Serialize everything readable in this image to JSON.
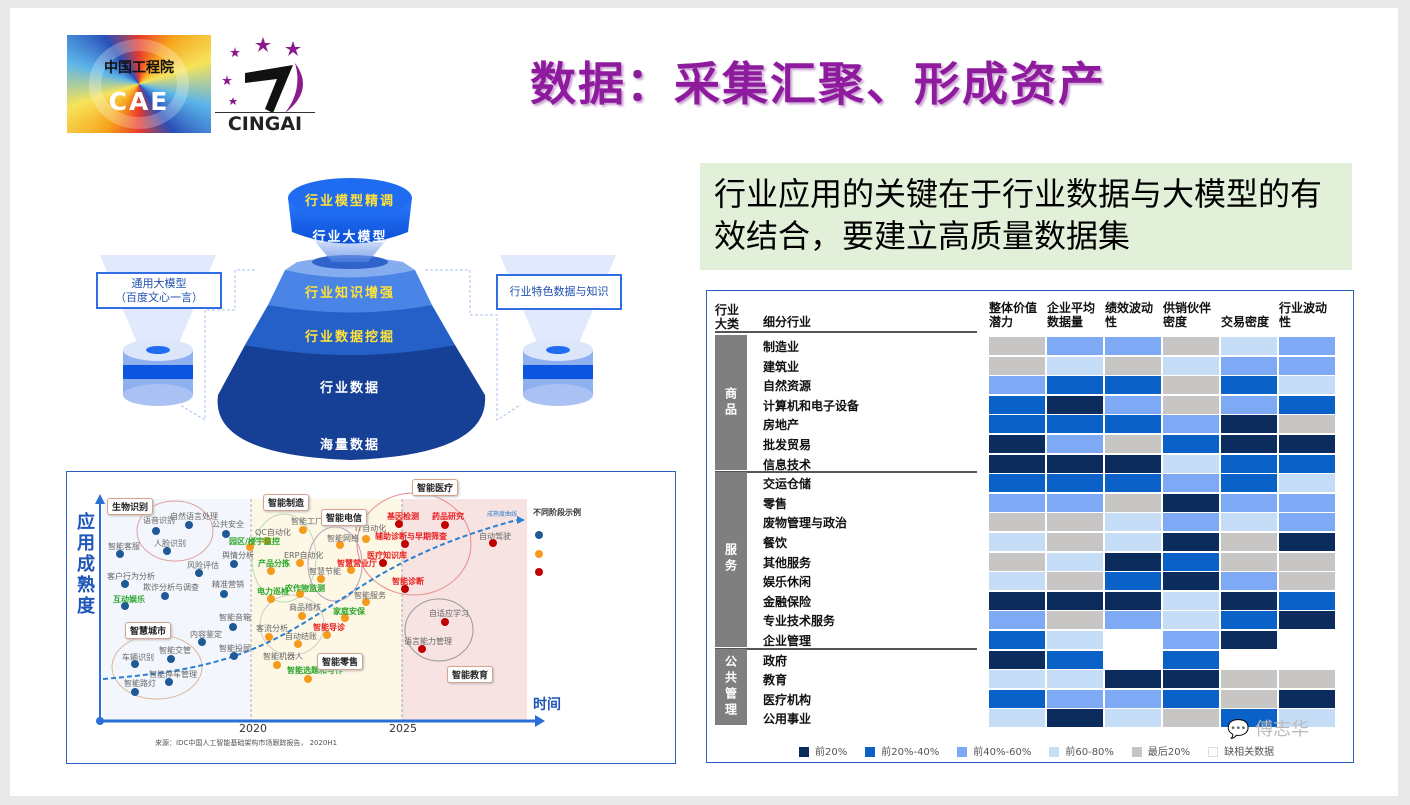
{
  "title": "数据：采集汇聚、形成资产",
  "logos": {
    "cae_cn": "中国工程院",
    "cae_en": "CAE",
    "cingai": "CINGAI"
  },
  "callout": "行业应用的关键在于行业数据与大模型的有效结合，要建立高质量数据集",
  "pyramid": {
    "top_a": "行业模型精调",
    "top_b": "行业大模型",
    "layers": [
      "行业知识增强",
      "行业数据挖掘",
      "行业数据",
      "海量数据"
    ],
    "left_box": [
      "通用大模型",
      "（百度文心一言）"
    ],
    "right_box": "行业特色数据与知识"
  },
  "bubble_chart": {
    "ylabel": "应用成熟度",
    "xlabel": "时间",
    "x_ticks": [
      "2020",
      "2025"
    ],
    "source": "来源：IDC中国人工智能基础架构市场跟踪报告， 2020H1",
    "legend_title": "不同阶段示例",
    "curve_label": "成熟度曲线",
    "groups": [
      "生物识别",
      "智慧城市",
      "智能制造",
      "智能电信",
      "智能零售",
      "智能医疗",
      "智能教育"
    ],
    "items": [
      "语音识别",
      "自然语言处理",
      "公共安全",
      "人脸识别",
      "智能客服",
      "舆情分析",
      "风险评估",
      "客户行为分析",
      "欺诈分析与调查",
      "精准营销",
      "互动娱乐",
      "智能音箱",
      "内容鉴定",
      "智能交管",
      "车辆识别",
      "智能投顾",
      "智能停车管理",
      "智能路灯",
      "智能工厂",
      "QC自动化",
      "园区/楼宇监控",
      "ERP自动化",
      "产品分拣",
      "电力巡检",
      "农作物监测",
      "商品稽核",
      "客流分析",
      "自动结账",
      "智能机器人",
      "智能选题和写作",
      "智能网络",
      "IT自动化",
      "智慧营业厅",
      "智慧节能",
      "智能服务",
      "家庭安保",
      "智能导诊",
      "基因检测",
      "药品研究",
      "辅助诊断与早期筛查",
      "医疗知识库",
      "智能诊断",
      "自动驾驶",
      "自适应学习",
      "语言能力管理"
    ],
    "colors": {
      "stage1": "#1f5a96",
      "stage2": "#f59a1b",
      "stage3": "#c00000"
    }
  },
  "heatmap": {
    "header_cat": "行业大类",
    "header_sub": "细分行业",
    "columns": [
      "整体价值潜力",
      "企业平均数据量",
      "绩效波动性",
      "供销伙伴密度",
      "交易密度",
      "行业波动性"
    ],
    "groups": [
      {
        "name": "商品",
        "rows": 7
      },
      {
        "name": "服务",
        "rows": 9
      },
      {
        "name": "公共管理",
        "rows": 4
      }
    ],
    "rows": [
      "制造业",
      "建筑业",
      "自然资源",
      "计算机和电子设备",
      "房地产",
      "批发贸易",
      "信息技术",
      "交运仓储",
      "零售",
      "废物管理与政治",
      "餐饮",
      "其他服务",
      "娱乐休闲",
      "金融保险",
      "专业技术服务",
      "企业管理",
      "政府",
      "教育",
      "医疗机构",
      "公用事业"
    ],
    "values": [
      [
        5,
        3,
        3,
        5,
        4,
        3
      ],
      [
        5,
        4,
        5,
        4,
        3,
        3
      ],
      [
        3,
        2,
        2,
        5,
        2,
        4
      ],
      [
        2,
        1,
        3,
        5,
        3,
        2
      ],
      [
        2,
        2,
        2,
        3,
        1,
        5
      ],
      [
        1,
        3,
        5,
        2,
        1,
        1
      ],
      [
        1,
        1,
        1,
        4,
        2,
        2
      ],
      [
        2,
        2,
        2,
        3,
        2,
        4
      ],
      [
        3,
        3,
        5,
        1,
        3,
        3
      ],
      [
        5,
        5,
        4,
        3,
        4,
        3
      ],
      [
        4,
        5,
        4,
        1,
        5,
        1
      ],
      [
        5,
        4,
        1,
        2,
        5,
        5
      ],
      [
        4,
        5,
        2,
        1,
        3,
        5
      ],
      [
        1,
        1,
        1,
        4,
        1,
        2
      ],
      [
        3,
        5,
        3,
        4,
        2,
        1
      ],
      [
        2,
        4,
        0,
        3,
        1,
        0
      ],
      [
        1,
        2,
        0,
        2,
        0,
        0
      ],
      [
        4,
        4,
        1,
        1,
        5,
        5
      ],
      [
        2,
        3,
        3,
        2,
        5,
        1
      ],
      [
        4,
        1,
        4,
        5,
        2,
        4
      ]
    ],
    "legend": [
      "前20%",
      "前20%-40%",
      "前40%-60%",
      "前60-80%",
      "最后20%",
      "缺相关数据"
    ],
    "colors": [
      "#ffffff",
      "#0b2c5c",
      "#0a62c9",
      "#7ea9f5",
      "#c6ddf7",
      "#c8c6c4"
    ]
  },
  "watermark": "傅志华"
}
